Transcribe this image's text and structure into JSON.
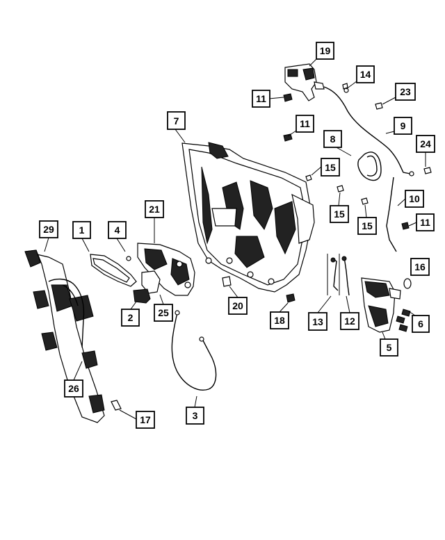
{
  "diagram": {
    "callouts": [
      {
        "id": "c19",
        "label": "19"
      },
      {
        "id": "c14",
        "label": "14"
      },
      {
        "id": "c11a",
        "label": "11"
      },
      {
        "id": "c23",
        "label": "23"
      },
      {
        "id": "c11b",
        "label": "11"
      },
      {
        "id": "c9",
        "label": "9"
      },
      {
        "id": "c7",
        "label": "7"
      },
      {
        "id": "c8",
        "label": "8"
      },
      {
        "id": "c24",
        "label": "24"
      },
      {
        "id": "c15a",
        "label": "15"
      },
      {
        "id": "c10",
        "label": "10"
      },
      {
        "id": "c15b",
        "label": "15"
      },
      {
        "id": "c15c",
        "label": "15"
      },
      {
        "id": "c11c",
        "label": "11"
      },
      {
        "id": "c21",
        "label": "21"
      },
      {
        "id": "c29",
        "label": "29"
      },
      {
        "id": "c1",
        "label": "1"
      },
      {
        "id": "c4",
        "label": "4"
      },
      {
        "id": "c16",
        "label": "16"
      },
      {
        "id": "c2",
        "label": "2"
      },
      {
        "id": "c25",
        "label": "25"
      },
      {
        "id": "c20",
        "label": "20"
      },
      {
        "id": "c18",
        "label": "18"
      },
      {
        "id": "c13",
        "label": "13"
      },
      {
        "id": "c12",
        "label": "12"
      },
      {
        "id": "c6",
        "label": "6"
      },
      {
        "id": "c5",
        "label": "5"
      },
      {
        "id": "c26",
        "label": "26"
      },
      {
        "id": "c3",
        "label": "3"
      },
      {
        "id": "c17",
        "label": "17"
      }
    ]
  }
}
